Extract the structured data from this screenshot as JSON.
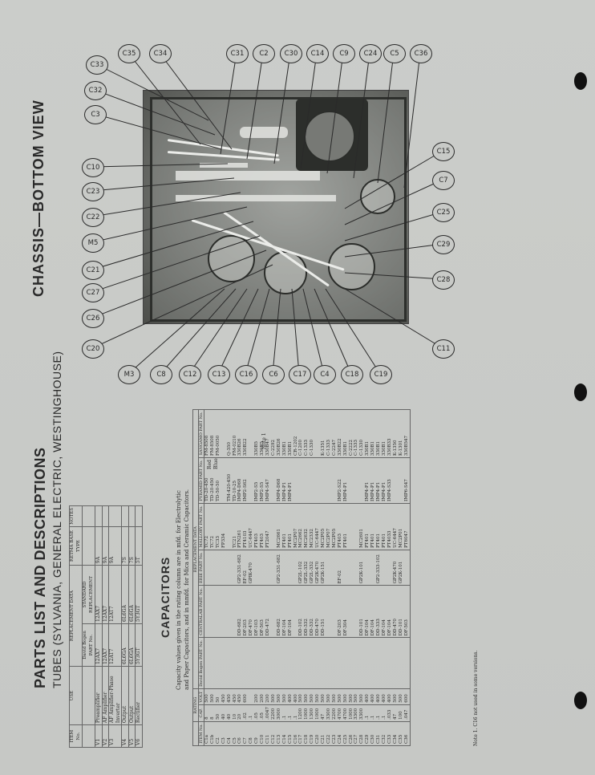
{
  "header": {
    "title": "PARTS LIST AND DESCRIPTIONS",
    "subtitle": "TUBES (SYLVANIA, GENERAL ELECTRIC, WESTINGHOUSE)"
  },
  "chassis_view": {
    "title": "CHASSIS—BOTTOM VIEW",
    "callouts_top": [
      "C35",
      "C34",
      "C31",
      "C2",
      "C30",
      "C14",
      "C9",
      "C24",
      "C5",
      "C36"
    ],
    "callouts_left": [
      "C33",
      "C32",
      "C3",
      "C10",
      "C23",
      "C22",
      "M5",
      "C21",
      "C27",
      "C26",
      "C20"
    ],
    "callouts_right": [
      "C15",
      "C7",
      "C25",
      "C29",
      "C28",
      "C11"
    ],
    "callouts_bottom": [
      "M3",
      "C8",
      "C12",
      "C13",
      "C16",
      "C6",
      "C17",
      "C4",
      "C18",
      "C19"
    ]
  },
  "tubes_table": {
    "group_header": "REPLACEMENT DATA",
    "headers": [
      "ITEM No.",
      "USE",
      "David Bogen PART No.",
      "STANDARD REPLACEMENT",
      "RETMA BASE TYPE",
      "NOTES"
    ],
    "rows": [
      [
        "V1",
        "Preamplifier",
        "12AX7",
        "12AX7",
        "9A",
        ""
      ],
      [
        "V2",
        "AF Amplifier",
        "12AX7",
        "12AX7",
        "9A",
        ""
      ],
      [
        "V3",
        "AF Amplifier-Phase Inverter",
        "12AT7",
        "12AT7",
        "9A",
        ""
      ],
      [
        "V4",
        "Output",
        "6L6GA",
        "6L6GA",
        "7S",
        ""
      ],
      [
        "V5",
        "Output",
        "6L6GA",
        "6L6GA",
        "7S",
        ""
      ],
      [
        "V6",
        "Rectifier",
        "5Y3GT",
        "5Y3GT",
        "5T",
        ""
      ]
    ]
  },
  "capacitors": {
    "title": "CAPACITORS",
    "note_line1": "Capacity values given in the rating column are in mfd. for Electrolytic",
    "note_line2": "and Paper Capacitors, and in mmfd. for Mica and Ceramic Capacitors.",
    "group_rating": "RATING",
    "group_replacement": "REPLACEMENT DATA",
    "headers": [
      "ITEM No.",
      "CAP.",
      "VOLT",
      "David Bogen PART No.",
      "CENTRALAB PART No.",
      "ERIE PART No.",
      "MALLORY PART No.",
      "PYRAMID PART No.",
      "SANGAMO PART No."
    ],
    "side_notes": [
      "Red",
      "Blue",
      "Note 1"
    ],
    "rows": [
      [
        "C1a",
        "8",
        "500",
        "",
        "",
        "",
        "TC72",
        "TD-20-450",
        "FM-8508"
      ],
      [
        "C1b",
        "8",
        "500",
        "",
        "",
        "",
        "TC72",
        "TD-20-450",
        "FM-8508"
      ],
      [
        "C2",
        "50",
        "50",
        "",
        "",
        "",
        "TC33",
        "TD-50-50",
        "FM-0050"
      ],
      [
        "C3",
        "40",
        "450",
        "",
        "",
        "",
        "FP334",
        "",
        ""
      ],
      [
        "C4",
        "40",
        "450",
        "",
        "",
        "",
        "",
        "TM-420-450",
        "Q-350"
      ],
      [
        "C5",
        "10",
        "450",
        "",
        "",
        "",
        "TC21",
        "TD-10-25",
        "FM-0210"
      ],
      [
        "C6",
        "20",
        "450",
        "",
        "DD-682",
        "GP2-331-682",
        "PTN261",
        "IMP4-D68",
        "330B26"
      ],
      [
        "C7",
        ".02",
        "600",
        "",
        "DF-203",
        "EF-02",
        "PT4103",
        "IMP2-S62",
        "330B22"
      ],
      [
        "C8",
        ".1",
        "",
        "",
        "DF-470",
        "GPIK-470",
        "UC-6447",
        "",
        ""
      ],
      [
        "C9",
        ".05",
        "200",
        "",
        "DF-103",
        "",
        "PT403",
        "IMP2-S5",
        "330B5"
      ],
      [
        "C10",
        ".05",
        "200",
        "",
        "DF-503",
        "",
        "PT403",
        "IMP2-S5",
        "330B5"
      ],
      [
        "C11",
        ".0047",
        "200",
        "",
        "DD-472",
        "",
        "PT2047",
        "IMP4-S47",
        "330B47"
      ],
      [
        "C12",
        "2200",
        "500",
        "",
        "",
        "",
        "",
        "",
        "C-2292"
      ],
      [
        "C13",
        "3000",
        "500",
        "",
        "DD-682",
        "GP2-331-682",
        "MC2661",
        "IMP4-D68",
        "330B26"
      ],
      [
        "C14",
        ".1",
        "500",
        "",
        "DF-104",
        "",
        "PT401",
        "IMP4-P1",
        "330B1"
      ],
      [
        "C15",
        ".1",
        "400",
        "",
        "DF-104",
        "",
        "PT401",
        "IMP4-P1",
        "330B1"
      ],
      [
        "C16",
        ".1",
        "400",
        "",
        "",
        "",
        "MC2P07",
        "",
        "CR-1202"
      ],
      [
        "C17",
        "1200",
        "500",
        "",
        "DD-102",
        "GP2L-102",
        "MC2662",
        "",
        "C-1200"
      ],
      [
        "C18",
        "1000",
        "500",
        "",
        "DD-332",
        "GP2L-332",
        "MC2632",
        "",
        "C-1333"
      ],
      [
        "C19",
        "1300",
        "500",
        "",
        "DD-332",
        "GP2L-332",
        "MC2332",
        "",
        "C-1330"
      ],
      [
        "C20",
        "1000",
        "500",
        "",
        "DD-470",
        "GP2K-470",
        "UC-6447",
        "",
        ""
      ],
      [
        "C21",
        "47",
        "500",
        "",
        "DD-151",
        "GP2K-151",
        "MC2P05",
        "",
        "K-1351"
      ],
      [
        "C22",
        "3300",
        "500",
        "",
        "",
        "",
        "MC2P07",
        "",
        "C-1333"
      ],
      [
        "C23",
        "2200",
        "500",
        "",
        "",
        "",
        "MC2P05",
        "",
        "C-2247"
      ],
      [
        "C24",
        "4700",
        "500",
        "",
        "DF-203",
        "EF-02",
        "PT403",
        "IMP2-S22",
        "330B22"
      ],
      [
        "C25",
        "4700",
        "500",
        "",
        "DF-304",
        "",
        "PT401",
        "IMP4-P1",
        "330B1"
      ],
      [
        "C26",
        "1000",
        "500",
        "",
        "",
        "",
        "",
        "",
        "C-2222"
      ],
      [
        "C27",
        "3300",
        "500",
        "",
        "",
        "",
        "",
        "",
        "C-1333"
      ],
      [
        "C28",
        "3300",
        "500",
        "",
        "DD-101",
        "GP2K-101",
        "MC2601",
        "",
        "C-1330"
      ],
      [
        "C29",
        ".1",
        "400",
        "",
        "DF-104",
        "",
        "PT401",
        "IMP4-P1",
        "330B1"
      ],
      [
        "C30",
        ".1",
        "400",
        "",
        "DF-104",
        "",
        "PT401",
        "IMP4-P1",
        "330B1"
      ],
      [
        "C31",
        ".1",
        "400",
        "",
        "DD-333",
        "GP2-333-102",
        "PT401",
        "IMP4-P1",
        "330B1"
      ],
      [
        "C32",
        ".1",
        "400",
        "",
        "DF-104",
        "",
        "PT401",
        "IMP4-P1",
        "330B1"
      ],
      [
        "C33",
        ".033",
        "400",
        "",
        "DF-104",
        "",
        "PT4033",
        "IMP4-S33",
        "330B33"
      ],
      [
        "C34",
        "47",
        "500",
        "",
        "DD-470",
        "GP2K-470",
        "UC-6447",
        "",
        "K-1350"
      ],
      [
        "C35",
        "100",
        "500",
        "",
        "DD-101",
        "GP2K-101",
        "MC2P01",
        "",
        "K-1301"
      ],
      [
        "C36",
        ".047",
        "600",
        "",
        "DF-503",
        "",
        "PT6047",
        "IMP6-S47",
        "330B547"
      ]
    ],
    "footnote": "Note 1. C16 not used in some versions."
  }
}
